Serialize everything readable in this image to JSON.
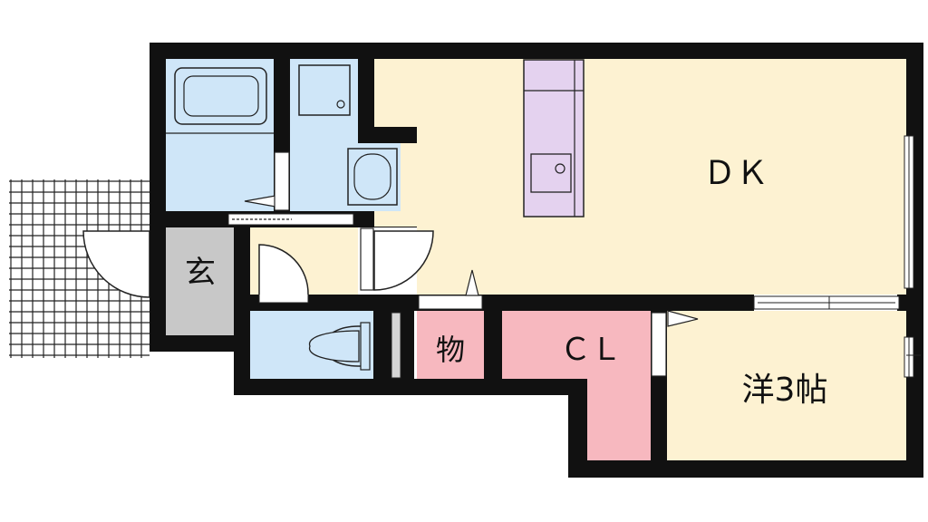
{
  "rooms": {
    "dk": {
      "label": "ＤＫ"
    },
    "entrance": {
      "label": "玄"
    },
    "storage": {
      "label": "物"
    },
    "closet": {
      "label": "ＣＬ"
    },
    "western_room": {
      "label": "洋3帖"
    }
  },
  "colors": {
    "wall": "#111111",
    "dk_floor": "#fdf2d2",
    "wet_area": "#cfe6f8",
    "entrance_floor": "#c8c8c8",
    "closet_floor": "#f7b8bf",
    "kitchen_counter": "#e4d2ef",
    "balcony_grid": "#222222"
  }
}
